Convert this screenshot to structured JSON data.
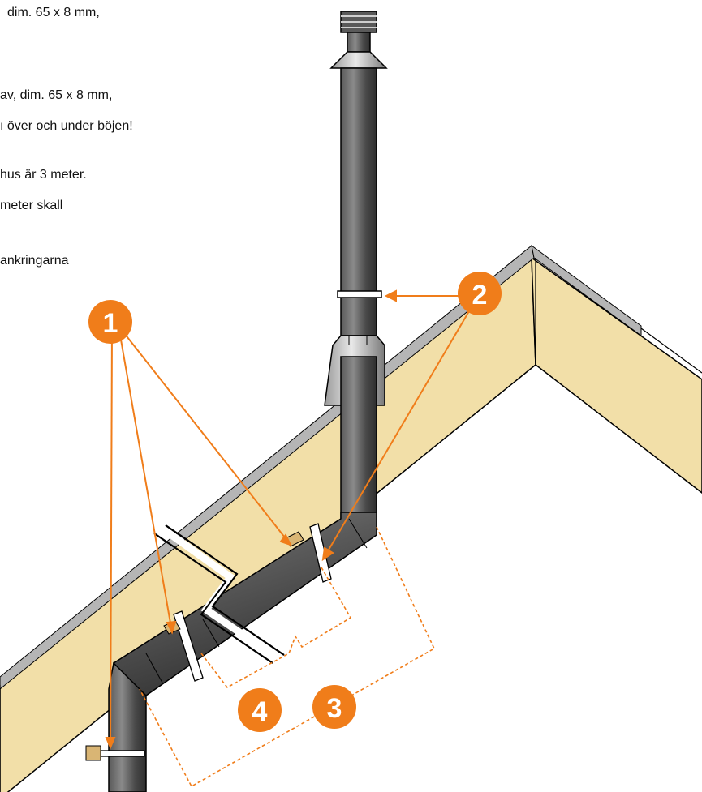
{
  "text_lines": [
    "dim. 65 x 8 mm,",
    "av, dim. 65 x 8 mm,",
    "ı över och under böjen!",
    "hus är 3 meter.",
    "meter skall",
    "ankringarna"
  ],
  "callouts": [
    {
      "id": "1",
      "label": "1"
    },
    {
      "id": "2",
      "label": "2"
    },
    {
      "id": "3",
      "label": "3"
    },
    {
      "id": "4",
      "label": "4"
    }
  ],
  "colors": {
    "accent": "#f07d1a",
    "roof_fill": "#f2dfa8",
    "roof_edge": "#a8a8a8",
    "pipe_dark": "#3a3a3a",
    "pipe_mid": "#6a6a6a",
    "pipe_light": "#9a9a9a",
    "outline": "#000000"
  }
}
